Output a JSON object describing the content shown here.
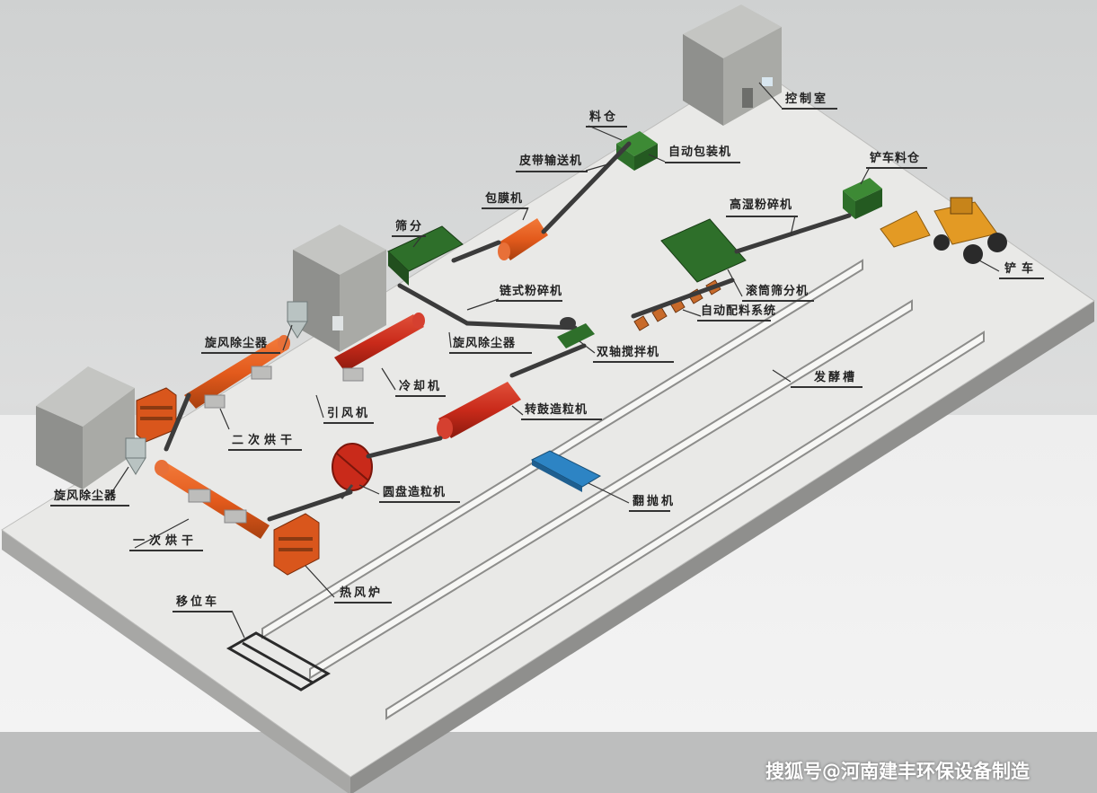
{
  "labels": {
    "control_room": "控制室",
    "bin": "料仓",
    "belt_conveyor": "皮带输送机",
    "auto_packing": "自动包装机",
    "film_coating": "包膜机",
    "screening": "筛分",
    "forklift_bin": "铲车料仓",
    "high_moisture_crusher": "高湿粉碎机",
    "loader": "铲车",
    "chain_crusher": "链式粉碎机",
    "drum_screen": "滚筒筛分机",
    "cyclone_top": "旋风除尘器",
    "auto_batching": "自动配料系统",
    "cyclone_mid": "旋风除尘器",
    "double_shaft_mixer": "双轴搅拌机",
    "cooler": "冷却机",
    "induced_fan": "引风机",
    "fermentation_tank": "发酵槽",
    "rotary_drum_granulator": "转鼓造粒机",
    "second_dryer": "二次烘干",
    "disc_granulator": "圆盘造粒机",
    "turner": "翻抛机",
    "cyclone_left": "旋风除尘器",
    "first_dryer": "一次烘干",
    "hot_air_furnace": "热风炉",
    "transfer_car": "移位车"
  },
  "watermark": "搜狐号@河南建丰环保设备制造",
  "colors": {
    "platform": "#e9e9e7",
    "platform_side": "#a7a7a5",
    "building": "#a9aaa6",
    "drum_orange": "#e45a1c",
    "drum_red": "#c92a1a",
    "screen_green": "#2e6f2a",
    "turner_blue": "#2d84c4",
    "loader_yellow": "#e39a24",
    "conveyor": "#3b3b3b"
  }
}
